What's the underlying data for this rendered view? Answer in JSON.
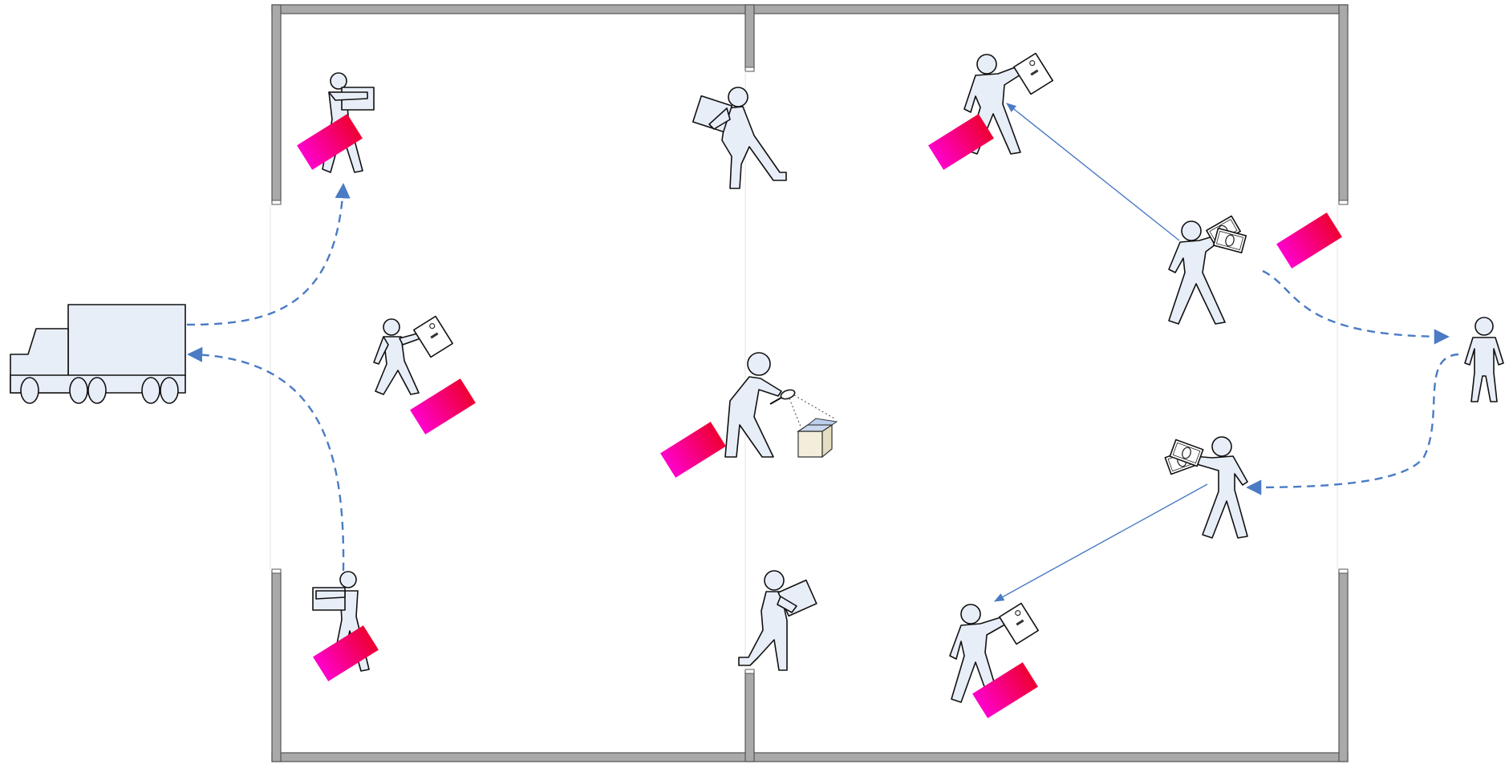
{
  "diagram": {
    "kind": "warehouse-workflow",
    "text_labels": [],
    "colors": {
      "wall": "#a9a9a9",
      "wall_edge": "#555555",
      "figure_fill": "#e8eef8",
      "figure_outline": "#111111",
      "flow_arrow": "#4a7bc4",
      "tag_start": "#ff00cc",
      "tag_end": "#ee0033"
    },
    "icons": [
      "delivery-truck-icon",
      "worker-receiving-box-icon",
      "worker-carrying-box-icon",
      "worker-with-document-icon",
      "worker-inspecting-box-icon",
      "worker-with-money-icon",
      "customer-icon",
      "open-box-icon",
      "magnifier-icon"
    ],
    "flows": [
      {
        "from": "truck",
        "to": "receiver-top",
        "style": "dashed"
      },
      {
        "from": "shipper-bottom",
        "to": "truck",
        "style": "dashed"
      },
      {
        "from": "cashier-top",
        "to": "clerk-top-right",
        "style": "solid"
      },
      {
        "from": "cashier-top",
        "to": "customer",
        "style": "dashed"
      },
      {
        "from": "customer",
        "to": "cashier-bottom",
        "style": "dashed"
      },
      {
        "from": "cashier-bottom",
        "to": "clerk-bottom-right",
        "style": "solid"
      }
    ]
  }
}
